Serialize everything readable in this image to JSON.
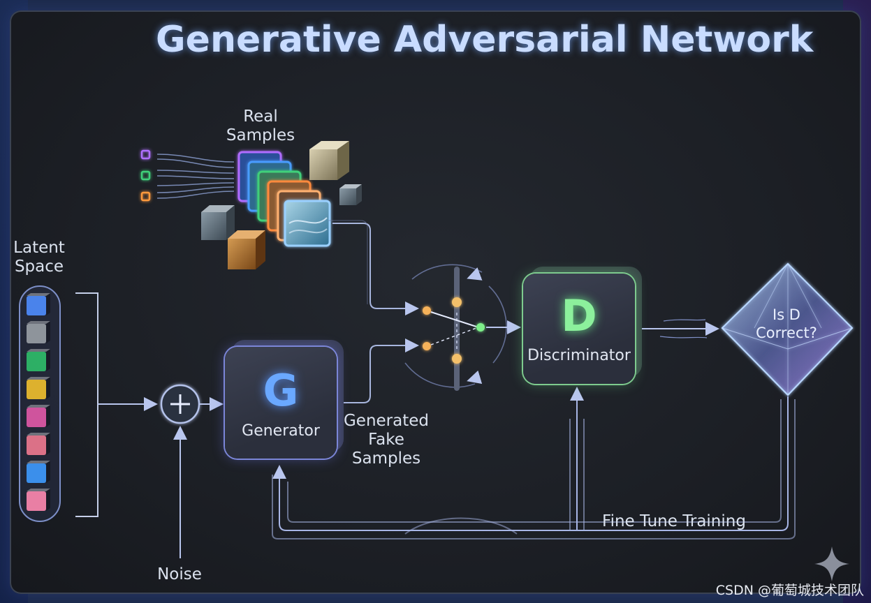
{
  "title": "Generative Adversarial Network",
  "real_samples_label": "Real Samples",
  "latent_space_label": "Latent Space",
  "generator": {
    "letter": "G",
    "name": "Generator"
  },
  "discriminator": {
    "letter": "D",
    "name": "Discriminator"
  },
  "generated_label": "Generated Fake Samples",
  "noise_label": "Noise",
  "decision_label": "Is D Correct?",
  "feedback_label": "Fine Tune Training",
  "watermark": "CSDN @葡萄城技术团队",
  "colors": {
    "generator_accent": "#6aa8ff",
    "discriminator_accent": "#8cf09c",
    "flow_line": "#9fb0e0"
  },
  "latent_cube_colors": [
    "#4f8dff",
    "#9aa0a6",
    "#2fbf6a",
    "#f2c12e",
    "#e25aa8",
    "#f07a90",
    "#3e9bff",
    "#ff8ab0"
  ]
}
